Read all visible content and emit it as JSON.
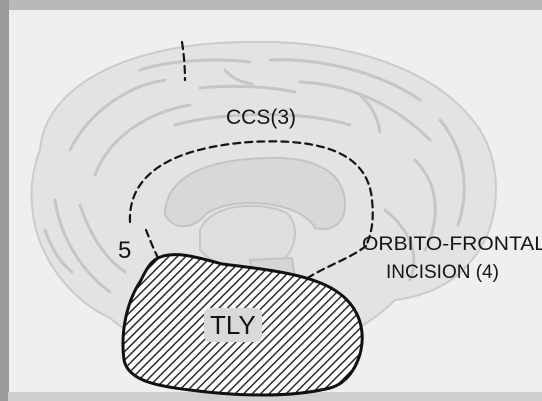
{
  "labels": {
    "ccs": "CCS(3)",
    "five": "5",
    "orbito_line1": "ORBITO-FRONTAL",
    "orbito_line2": "INCISION (4)",
    "tly": "TLY"
  },
  "colors": {
    "background": "#b9b9b9",
    "plate": "#efefef",
    "brain_fill": "#e3e3e3",
    "brain_detail": "#c8c8c8",
    "ink": "#141414",
    "tly_patch": "#d9d9d9"
  }
}
